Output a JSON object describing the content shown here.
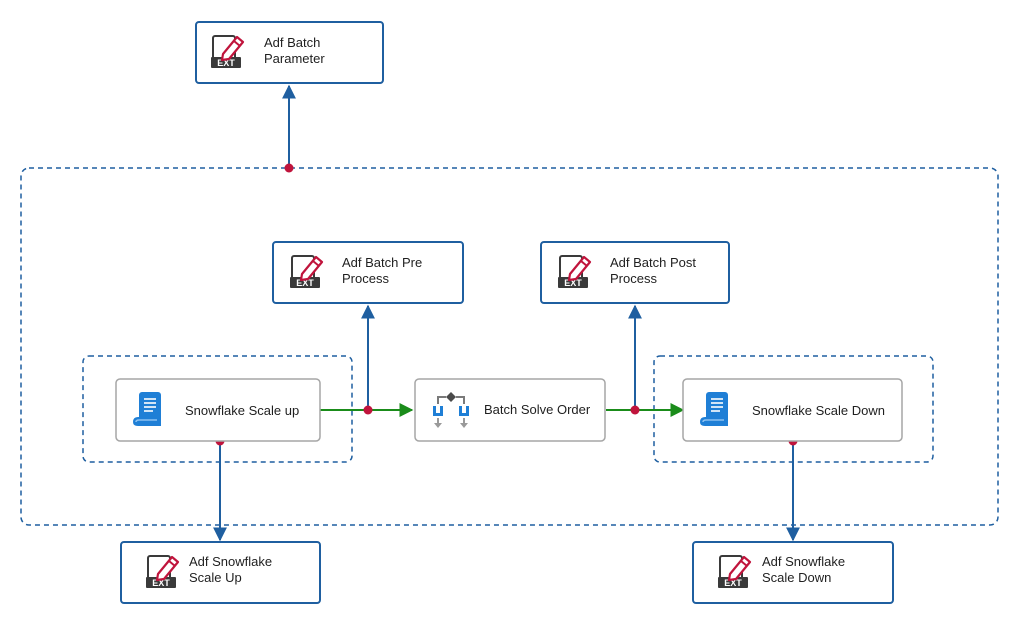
{
  "colors": {
    "ext_border": "#1f5fa0",
    "task_border": "#a6a6a6",
    "container_border": "#1f5fa0",
    "precedence_arrow": "#1f5fa0",
    "success_arrow": "#1a8c1a",
    "connector_dot": "#c0143c",
    "ext_icon_accent": "#c0143c",
    "script_icon": "#1f7fd6"
  },
  "nodes": {
    "adf_batch_parameter": {
      "lines": [
        "Adf Batch",
        "Parameter"
      ],
      "icon": "ext-file-edit-icon",
      "badge": "EXT"
    },
    "adf_batch_pre_process": {
      "lines": [
        "Adf Batch Pre",
        "Process"
      ],
      "icon": "ext-file-edit-icon",
      "badge": "EXT"
    },
    "adf_batch_post_process": {
      "lines": [
        "Adf Batch Post",
        "Process"
      ],
      "icon": "ext-file-edit-icon",
      "badge": "EXT"
    },
    "snowflake_scale_up": {
      "lines": [
        "Snowflake Scale up"
      ],
      "icon": "script-scroll-icon"
    },
    "batch_solve_order": {
      "lines": [
        "Batch Solve Order"
      ],
      "icon": "solve-order-icon"
    },
    "snowflake_scale_down": {
      "lines": [
        "Snowflake Scale Down"
      ],
      "icon": "script-scroll-icon"
    },
    "adf_snowflake_scale_up": {
      "lines": [
        "Adf Snowflake",
        "Scale Up"
      ],
      "icon": "ext-file-edit-icon",
      "badge": "EXT"
    },
    "adf_snowflake_scale_down": {
      "lines": [
        "Adf Snowflake",
        "Scale Down"
      ],
      "icon": "ext-file-edit-icon",
      "badge": "EXT"
    }
  },
  "edges": [
    {
      "from": "outer-container",
      "to": "adf_batch_parameter",
      "kind": "precedence"
    },
    {
      "from": "scale_up_container",
      "to": "batch_solve_order",
      "kind": "success"
    },
    {
      "from": "scale_up_container",
      "to": "adf_batch_pre_process",
      "kind": "precedence"
    },
    {
      "from": "batch_solve_order",
      "to": "scale_down_container",
      "kind": "success"
    },
    {
      "from": "batch_solve_order",
      "to": "adf_batch_post_process",
      "kind": "precedence"
    },
    {
      "from": "snowflake_scale_up",
      "to": "adf_snowflake_scale_up",
      "kind": "precedence"
    },
    {
      "from": "snowflake_scale_down",
      "to": "adf_snowflake_scale_down",
      "kind": "precedence"
    }
  ]
}
